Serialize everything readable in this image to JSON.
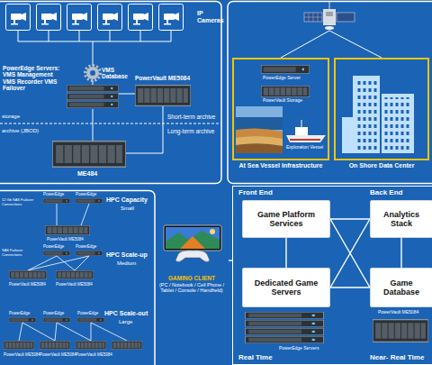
{
  "diagram": {
    "nodes": [
      {
        "text": [
          "At Sea Vessel Infrastructure"
        ]
      },
      {
        "text": [
          "On Shore Data Center"
        ]
      },
      {
        "text": [
          "GAMING CLIENT",
          "(PC / Notebook / Cell Phone / Tablet / Console / Handheld)"
        ]
      },
      {
        "text": [
          "Front End",
          "Back End",
          "Real Time",
          "Near- Real Time"
        ]
      },
      {
        "text": [
          "Game Platform Services"
        ],
        "in": 3
      },
      {
        "text": [
          "Dedicated Game Servers"
        ],
        "in": 3
      },
      {
        "text": [
          "Analytics Stack"
        ],
        "in": 3
      },
      {
        "text": [
          "Game Database"
        ],
        "in": 3
      }
    ],
    "edges": [
      {
        "from": 2,
        "to": 3,
        "arrow": "none"
      },
      {
        "from": 4,
        "to": 5,
        "arrow": "none"
      },
      {
        "from": 4,
        "to": 6,
        "arrow": "none"
      },
      {
        "from": 4,
        "to": 7,
        "arrow": "none"
      },
      {
        "from": 5,
        "to": 6,
        "arrow": "none"
      },
      {
        "from": 5,
        "to": 7,
        "arrow": "none"
      },
      {
        "from": 6,
        "to": 7,
        "arrow": "none"
      }
    ],
    "labels": [
      "IP Cameras",
      "PowerEdge Servers: VMS Management VMS Recorder VMS Failover",
      "VMS Database",
      "PowerVault ME5084",
      "storage",
      "Short-term archive",
      "archive (JBOD)",
      "Long-term archive",
      "ME484",
      "PowerEdge Server",
      "PowerVault Storage",
      "Exploration Vessel",
      "PowerEdge",
      "PowerEdge",
      "12 Gb SAS Failover Connections",
      "HPC Capacity",
      "Small",
      "PowerVault ME5084",
      "PowerEdge",
      "PowerEdge",
      "SAS Failover Connections",
      "HPC Scale-up",
      "Medium",
      "PowerVault ME5084",
      "PowerVault ME5084",
      "PowerEdge",
      "PowerEdge",
      "PowerEdge",
      "HPC Scale-out",
      "Large",
      "PowerVault ME5084",
      "PowerVault ME5084",
      "PowerVault ME5084",
      "PowerEdge Servers",
      "PowerVault ME5084"
    ]
  }
}
